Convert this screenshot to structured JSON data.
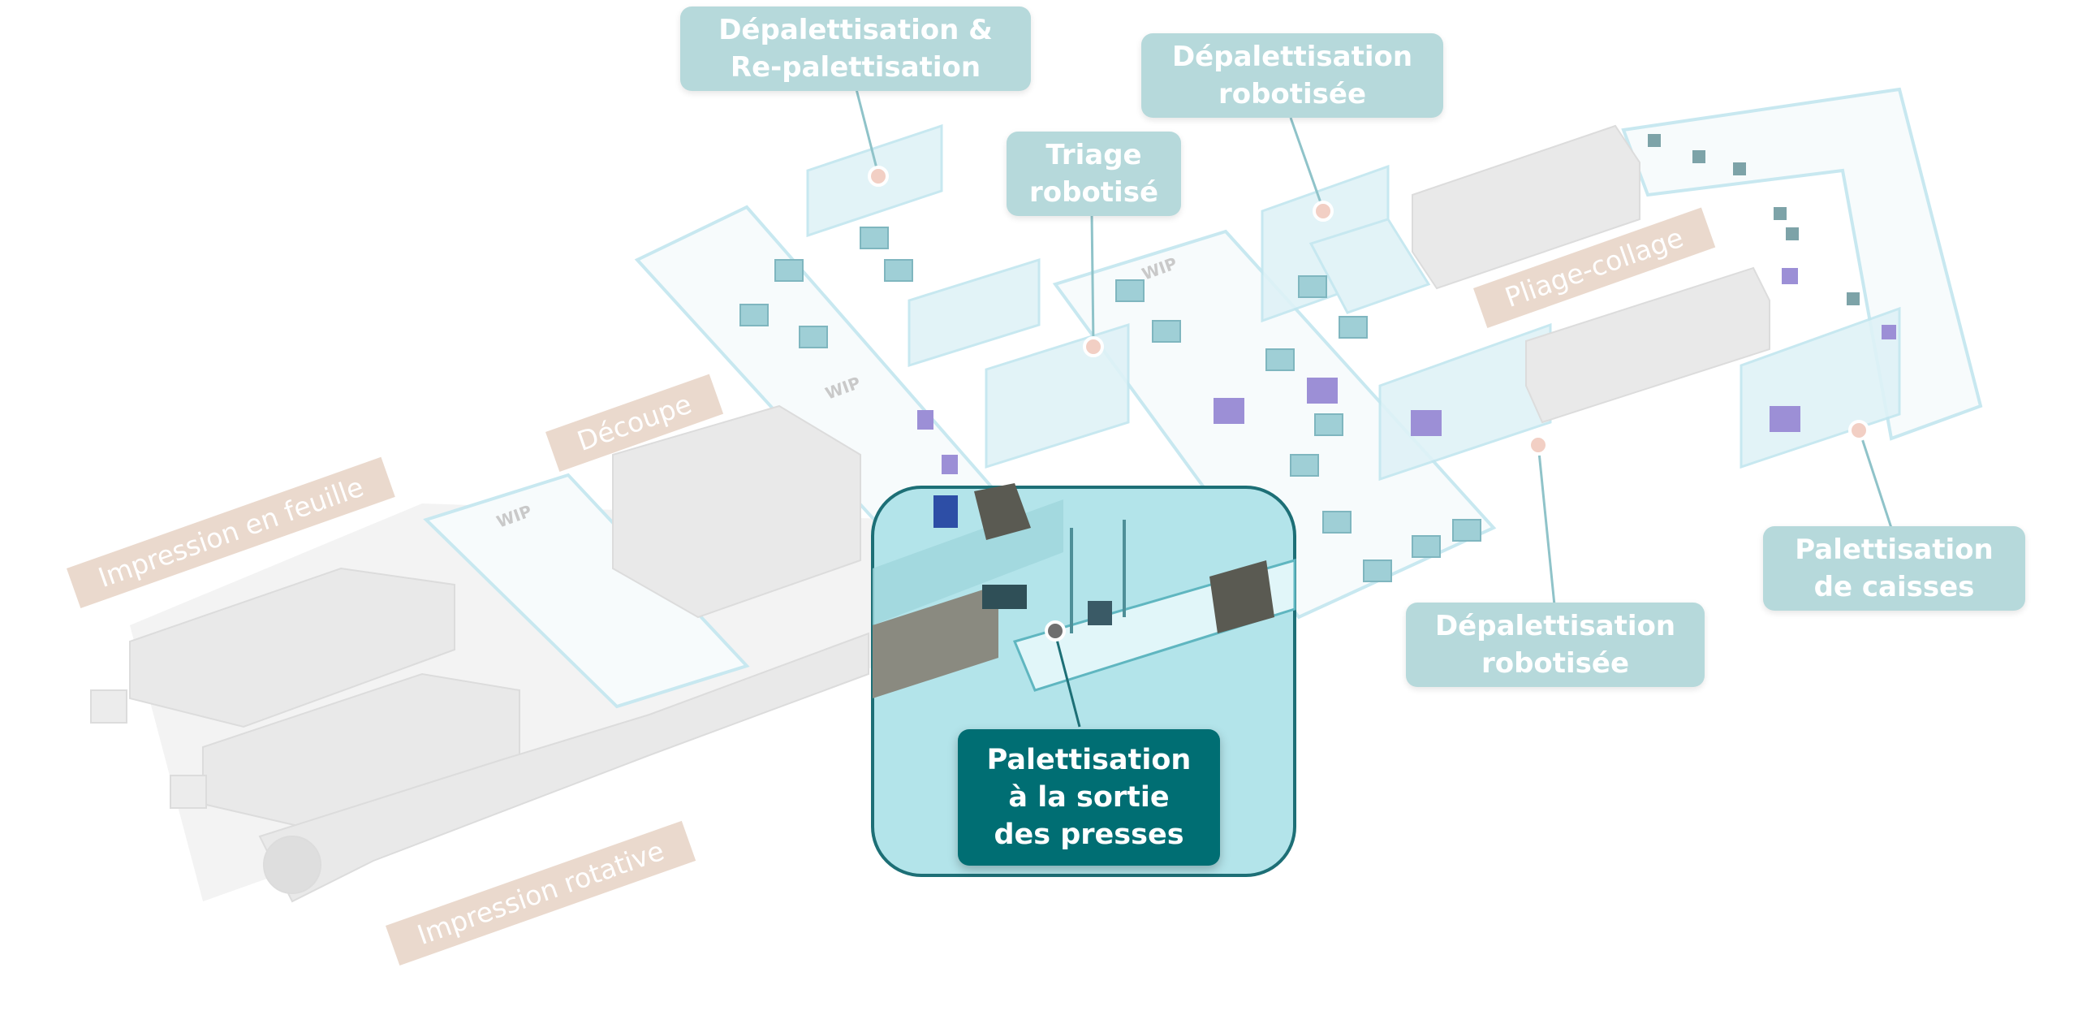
{
  "zones": {
    "depal_repal": [
      "Dépalettisation &",
      "Re-palettisation"
    ],
    "depal_robot_top": [
      "Dépalettisation",
      "robotisée"
    ],
    "triage": [
      "Triage",
      "robotisé"
    ],
    "pal_caisses": [
      "Palettisation",
      "de caisses"
    ],
    "depal_robot_bottom": [
      "Dépalettisation",
      "robotisée"
    ],
    "pal_presses": [
      "Palettisation",
      "à la sortie",
      "des presses"
    ]
  },
  "processes": {
    "impression_feuille": "Impression en feuille",
    "decoupe": "Découpe",
    "pliage": "Pliage-collage",
    "impression_rotative": "Impression rotative"
  },
  "floor_marks": {
    "wip_1": "WIP",
    "wip_2": "WIP",
    "wip_3": "WIP"
  },
  "colors": {
    "callout_bg": "#b6d9db",
    "callout_active_bg": "#006e73",
    "callout_text": "#ffffff",
    "process_tag_bg": "#ead9cd",
    "highlight_fill": "#b3e4ea",
    "highlight_border": "#1d6f76",
    "cell_glass": "#dff2f7",
    "machine": "#e8e8e8"
  }
}
